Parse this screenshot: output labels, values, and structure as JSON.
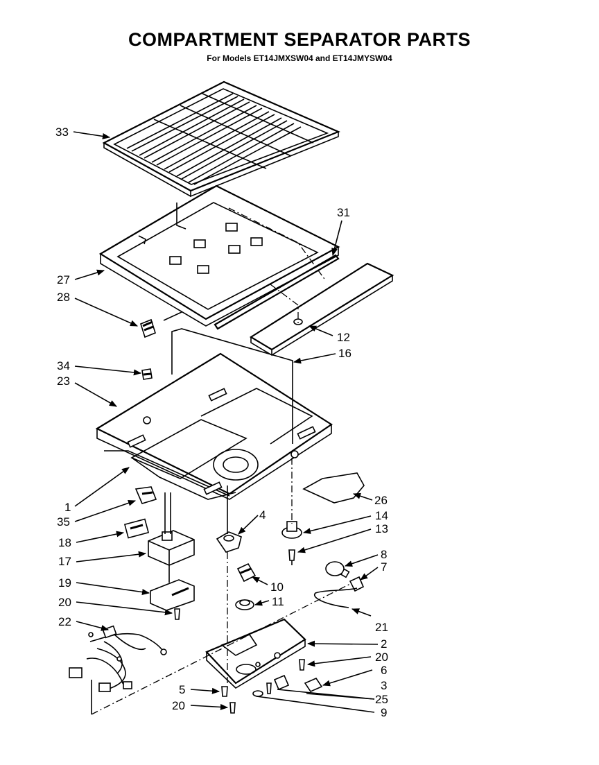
{
  "header": {
    "title": "COMPARTMENT SEPARATOR PARTS",
    "subtitle": "For Models ET14JMXSW04 and ET14JMYSW04"
  },
  "parts": [
    {
      "id": "label-33",
      "number": "33"
    },
    {
      "id": "label-31",
      "number": "31"
    },
    {
      "id": "label-27",
      "number": "27"
    },
    {
      "id": "label-28",
      "number": "28"
    },
    {
      "id": "label-12",
      "number": "12"
    },
    {
      "id": "label-16",
      "number": "16"
    },
    {
      "id": "label-34",
      "number": "34"
    },
    {
      "id": "label-23",
      "number": "23"
    },
    {
      "id": "label-1",
      "number": "1"
    },
    {
      "id": "label-26",
      "number": "26"
    },
    {
      "id": "label-35",
      "number": "35"
    },
    {
      "id": "label-4",
      "number": "4"
    },
    {
      "id": "label-14",
      "number": "14"
    },
    {
      "id": "label-13",
      "number": "13"
    },
    {
      "id": "label-18",
      "number": "18"
    },
    {
      "id": "label-17",
      "number": "17"
    },
    {
      "id": "label-8",
      "number": "8"
    },
    {
      "id": "label-7",
      "number": "7"
    },
    {
      "id": "label-10",
      "number": "10"
    },
    {
      "id": "label-11",
      "number": "11"
    },
    {
      "id": "label-19",
      "number": "19"
    },
    {
      "id": "label-20a",
      "number": "20"
    },
    {
      "id": "label-21",
      "number": "21"
    },
    {
      "id": "label-22",
      "number": "22"
    },
    {
      "id": "label-2",
      "number": "2"
    },
    {
      "id": "label-20b",
      "number": "20"
    },
    {
      "id": "label-6",
      "number": "6"
    },
    {
      "id": "label-5",
      "number": "5"
    },
    {
      "id": "label-3",
      "number": "3"
    },
    {
      "id": "label-25",
      "number": "25"
    },
    {
      "id": "label-20c",
      "number": "20"
    },
    {
      "id": "label-9",
      "number": "9"
    }
  ]
}
